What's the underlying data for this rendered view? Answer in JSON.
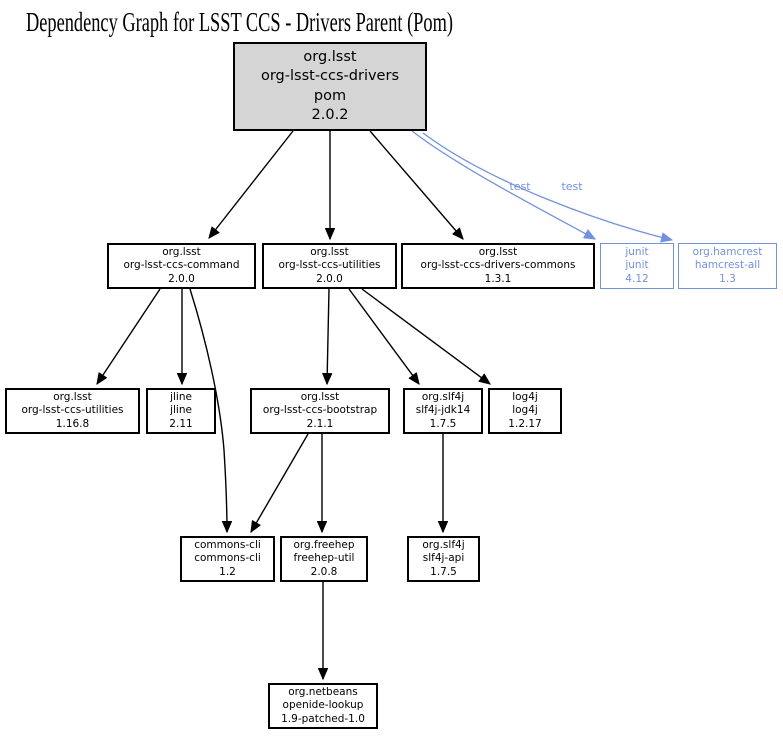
{
  "title": "Dependency Graph for LSST CCS - Drivers Parent (Pom)",
  "colors": {
    "background": "#ffffff",
    "node_fill": "#ffffff",
    "root_node_fill": "#d5d5d5",
    "node_border": "#000000",
    "edge_color": "#000000",
    "test_scope_color": "#7292dc"
  },
  "nodes": {
    "drivers": {
      "group": "org.lsst",
      "artifact": "org-lsst-ccs-drivers",
      "packaging": "pom",
      "version": "2.0.2"
    },
    "command": {
      "group": "org.lsst",
      "artifact": "org-lsst-ccs-command",
      "version": "2.0.0"
    },
    "utilities": {
      "group": "org.lsst",
      "artifact": "org-lsst-ccs-utilities",
      "version": "2.0.0"
    },
    "drivers_commons": {
      "group": "org.lsst",
      "artifact": "org-lsst-ccs-drivers-commons",
      "version": "1.3.1"
    },
    "junit": {
      "group": "junit",
      "artifact": "junit",
      "version": "4.12"
    },
    "hamcrest": {
      "group": "org.hamcrest",
      "artifact": "hamcrest-all",
      "version": "1.3"
    },
    "utilities_old": {
      "group": "org.lsst",
      "artifact": "org-lsst-ccs-utilities",
      "version": "1.16.8"
    },
    "jline": {
      "group": "jline",
      "artifact": "jline",
      "version": "2.11"
    },
    "bootstrap": {
      "group": "org.lsst",
      "artifact": "org-lsst-ccs-bootstrap",
      "version": "2.1.1"
    },
    "slf4j_jdk14": {
      "group": "org.slf4j",
      "artifact": "slf4j-jdk14",
      "version": "1.7.5"
    },
    "log4j": {
      "group": "log4j",
      "artifact": "log4j",
      "version": "1.2.17"
    },
    "commons_cli": {
      "group": "commons-cli",
      "artifact": "commons-cli",
      "version": "1.2"
    },
    "freehep": {
      "group": "org.freehep",
      "artifact": "freehep-util",
      "version": "2.0.8"
    },
    "slf4j_api": {
      "group": "org.slf4j",
      "artifact": "slf4j-api",
      "version": "1.7.5"
    },
    "openide": {
      "group": "org.netbeans",
      "artifact": "openide-lookup",
      "version": "1.9-patched-1.0"
    }
  },
  "edge_labels": {
    "junit_scope": "test",
    "hamcrest_scope": "test"
  },
  "edges": [
    {
      "from": "org-lsst-ccs-drivers",
      "to": "org-lsst-ccs-command"
    },
    {
      "from": "org-lsst-ccs-drivers",
      "to": "org-lsst-ccs-utilities:2.0.0"
    },
    {
      "from": "org-lsst-ccs-drivers",
      "to": "org-lsst-ccs-drivers-commons"
    },
    {
      "from": "org-lsst-ccs-drivers",
      "to": "junit",
      "scope": "test"
    },
    {
      "from": "org-lsst-ccs-drivers",
      "to": "hamcrest-all",
      "scope": "test"
    },
    {
      "from": "org-lsst-ccs-command",
      "to": "org-lsst-ccs-utilities:1.16.8"
    },
    {
      "from": "org-lsst-ccs-command",
      "to": "jline"
    },
    {
      "from": "org-lsst-ccs-command",
      "to": "commons-cli"
    },
    {
      "from": "org-lsst-ccs-utilities:2.0.0",
      "to": "org-lsst-ccs-bootstrap"
    },
    {
      "from": "org-lsst-ccs-utilities:2.0.0",
      "to": "slf4j-jdk14"
    },
    {
      "from": "org-lsst-ccs-utilities:2.0.0",
      "to": "log4j"
    },
    {
      "from": "org-lsst-ccs-bootstrap",
      "to": "commons-cli"
    },
    {
      "from": "org-lsst-ccs-bootstrap",
      "to": "freehep-util"
    },
    {
      "from": "slf4j-jdk14",
      "to": "slf4j-api"
    },
    {
      "from": "freehep-util",
      "to": "openide-lookup"
    }
  ]
}
